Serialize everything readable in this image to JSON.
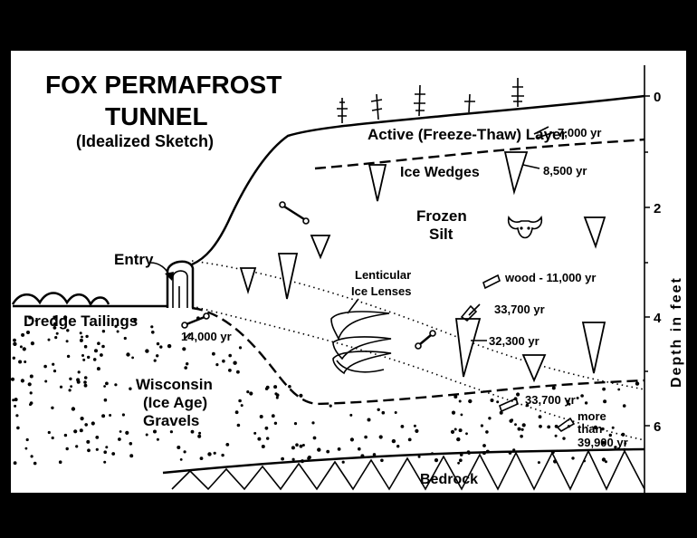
{
  "title_line1": "FOX PERMAFROST",
  "title_line2": "TUNNEL",
  "subtitle": "(Idealized Sketch)",
  "labels": {
    "active_layer": "Active (Freeze-Thaw) Layer",
    "ice_wedges": "Ice Wedges",
    "frozen_silt_1": "Frozen",
    "frozen_silt_2": "Silt",
    "entry": "Entry",
    "dredge_tailings": "Dredge Tailings",
    "lenticular_1": "Lenticular",
    "lenticular_2": "Ice Lenses",
    "wisconsin_1": "Wisconsin",
    "wisconsin_2": "(Ice Age)",
    "wisconsin_3": "Gravels",
    "bedrock": "Bedrock"
  },
  "ages": {
    "a7000": "7,000 yr",
    "a8500": "8,500 yr",
    "wood": "wood - 11,000 yr",
    "a33700_top": "33,700 yr",
    "a32300": "32,300 yr",
    "a14000": "14,000 yr",
    "a33700_bottom": "33,700 yr",
    "more1": "more",
    "more2": "than",
    "more3": "39,900 yr"
  },
  "axis": {
    "label": "Depth in feet",
    "ticks": [
      "0",
      "2",
      "4",
      "6"
    ]
  },
  "icons": [
    "tree-icon",
    "bone-icon",
    "bison-skull-icon",
    "wood-icon"
  ]
}
